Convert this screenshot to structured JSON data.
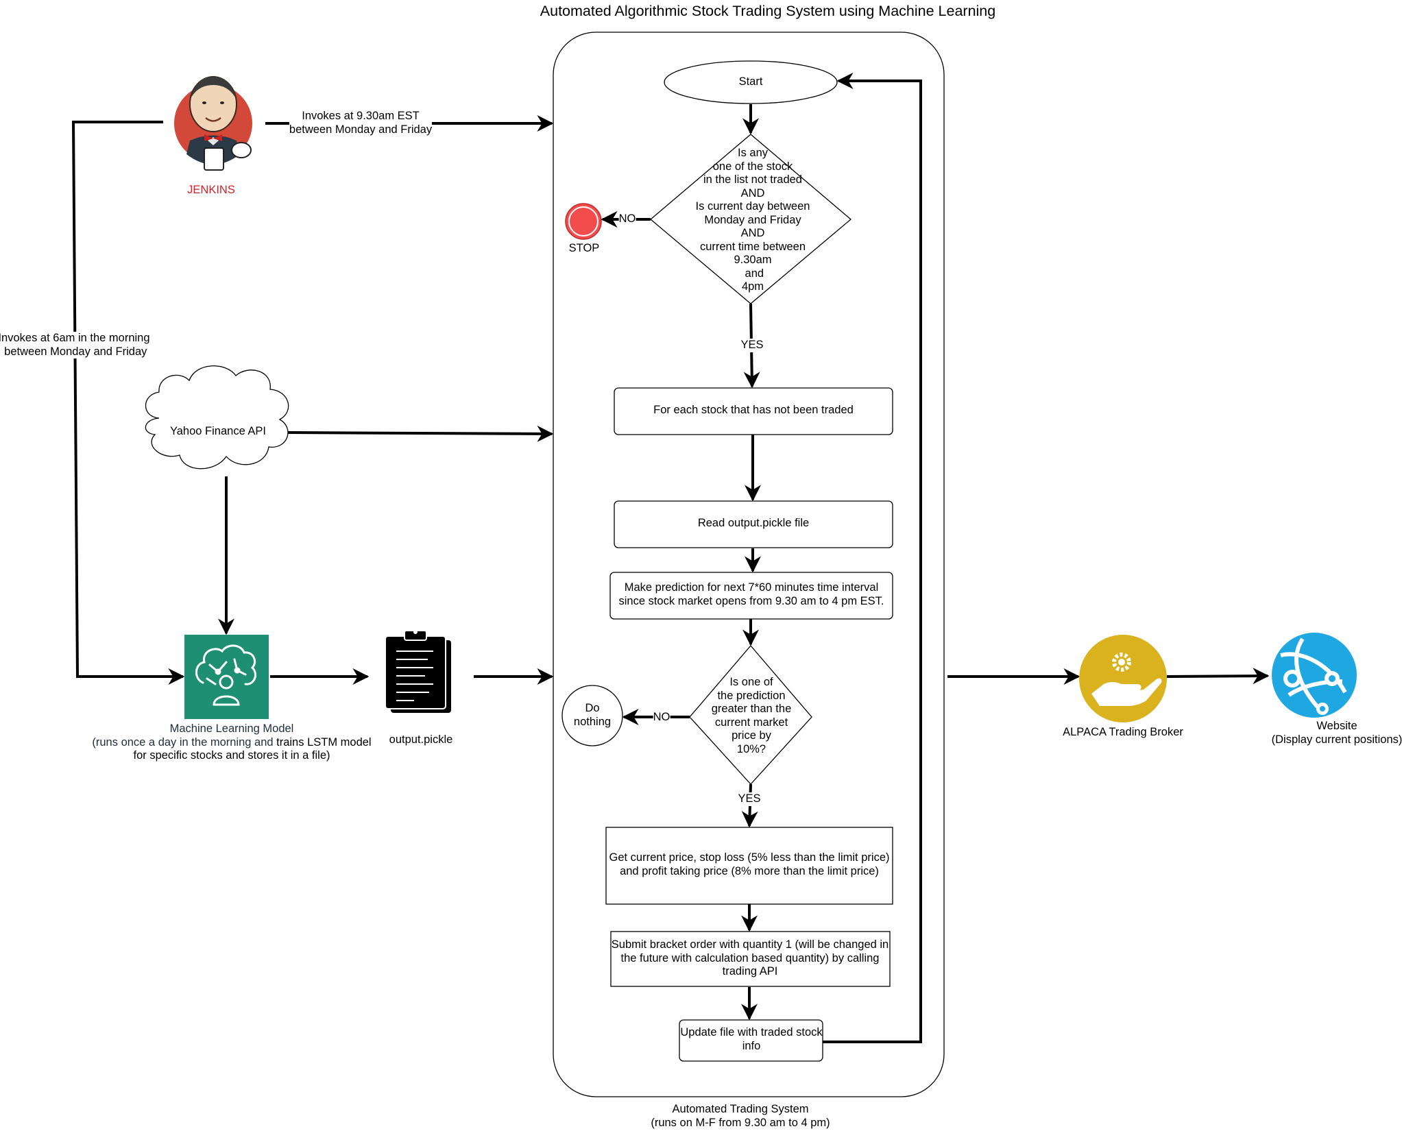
{
  "title": "Automated Algorithmic Stock Trading System using Machine Learning",
  "colors": {
    "stroke": "#000000",
    "jenkins_red": "#D24939",
    "jenkins_label": "#D42127",
    "ml_green": "#1E8F73",
    "ml_caption_blue": "#232F3E",
    "stop_red": "#F24C4C",
    "alpaca_gold": "#D9B21E",
    "website_blue": "#1FA7E2"
  },
  "icons": {
    "jenkins": "jenkins-butler-icon",
    "cloud": "cloud-shape",
    "ml": "brain-person-icon",
    "clipboard": "clipboard-document-icon",
    "stop": "stop-circle-icon",
    "alpaca": "hand-gear-icon",
    "website": "globe-network-icon"
  },
  "left": {
    "jenkins_label": "JENKINS",
    "jenkins_edge_label": "Invokes at 9.30am EST\nbetween Monday and Friday",
    "morning_edge_label": "Invokes at 6am in the morning\n between Monday and Friday",
    "yahoo_label": "Yahoo Finance API",
    "ml_caption_blue": "Machine Learning Model\n(runs once a day in the morning and ",
    "ml_caption_black": "trains LSTM model",
    "ml_caption_line3": "for specific stocks and stores it in a file)",
    "output_label": "output.pickle"
  },
  "flow": {
    "start": "Start",
    "decision1": "Is any\none of the stock\nin the list not traded\nAND\nIs current day between\nMonday and Friday\nAND\ncurrent time between\n9.30am\n and\n4pm",
    "no1": "NO",
    "stop": "STOP",
    "yes1": "YES",
    "step1": "For each stock that has not been traded",
    "step2": "Read output.pickle file",
    "step3": "Make prediction for next 7*60 minutes time interval\nsince stock market opens from 9.30 am to 4 pm EST.",
    "decision2": "Is one of\nthe prediction\ngreater than the\ncurrent market\nprice by\n10%?",
    "no2": "NO",
    "do_nothing": "Do\nnothing",
    "yes2": "YES",
    "step4": "Get current price, stop loss (5% less than the limit price)\nand profit taking price (8% more than the limit price)",
    "step5": "Submit bracket order with quantity 1 (will be changed in\nthe future with calculation based quantity) by calling\ntrading API",
    "step6": "Update file with traded stock\ninfo",
    "container_caption": "Automated Trading System\n(runs on M-F from 9.30 am to 4 pm)"
  },
  "right": {
    "alpaca_label": "ALPACA Trading Broker",
    "website_label": "Website\n(Display current positions)"
  }
}
